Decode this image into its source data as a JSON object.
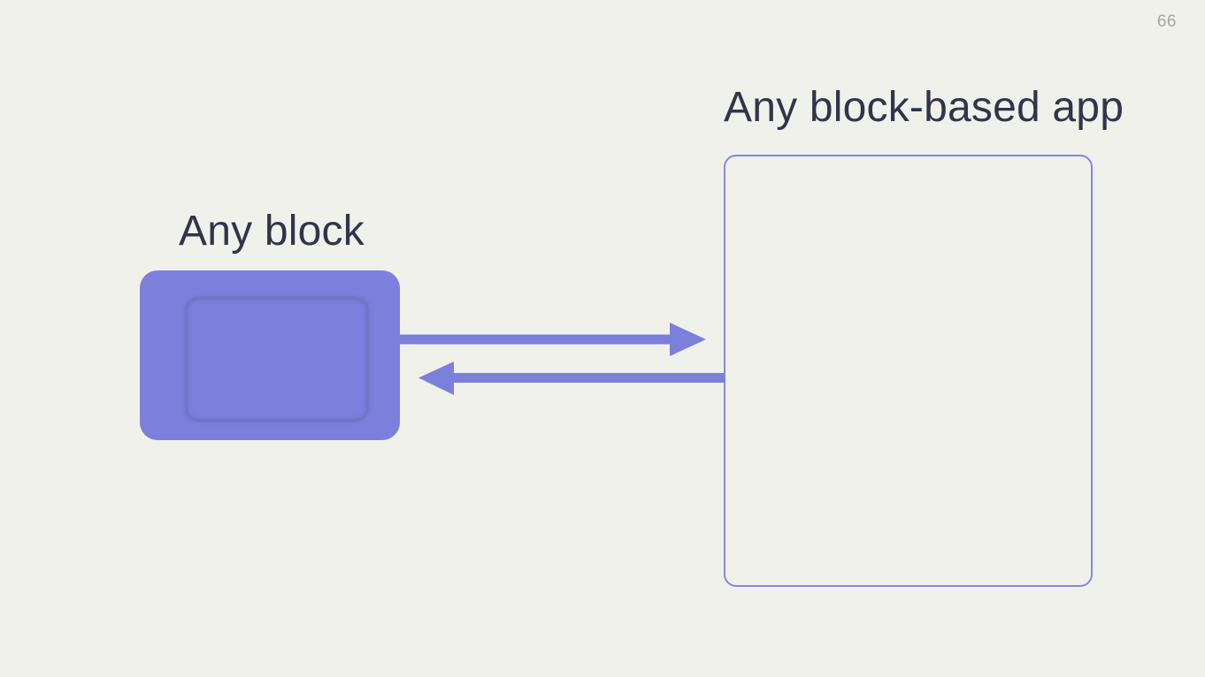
{
  "slide": {
    "page_number": "66"
  },
  "diagram": {
    "block": {
      "label": "Any block"
    },
    "app": {
      "label": "Any block-based app"
    },
    "arrows": [
      {
        "id": "block-to-app",
        "direction": "right",
        "from": "Any block",
        "to": "Any block-based app"
      },
      {
        "id": "app-to-block",
        "direction": "left",
        "from": "Any block-based app",
        "to": "Any block"
      }
    ]
  },
  "colors": {
    "background": "#f0f1eb",
    "block_fill": "#7c80dc",
    "block_inner_shadow": "#53568f",
    "app_outline": "#8488e0",
    "arrow": "#7b80da",
    "heading_text": "#32344a",
    "page_number_text": "#a6a5a3"
  }
}
